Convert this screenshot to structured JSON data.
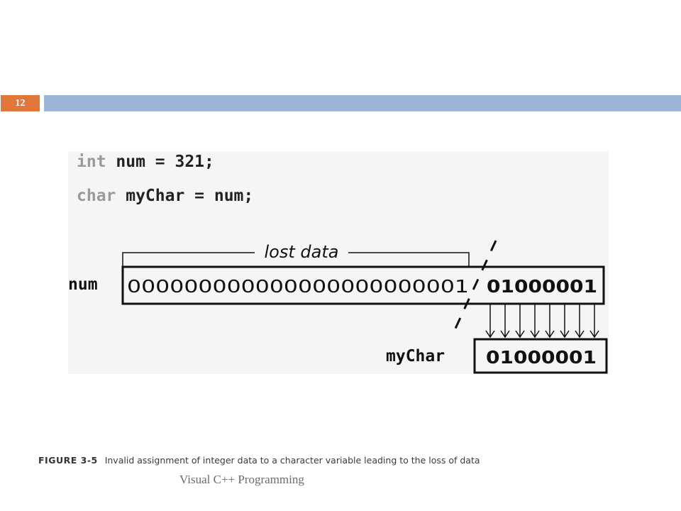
{
  "slide": {
    "number": "12",
    "footer": "Visual C++ Programming"
  },
  "colors": {
    "accent_orange": "#e0763a",
    "bar_blue": "#9ab5d6",
    "figure_bg": "#f5f5f5"
  },
  "figure": {
    "code_line1": {
      "keyword": "int",
      "rest": " num = 321;"
    },
    "code_line2": {
      "keyword": "char",
      "rest": " myChar = num;"
    },
    "lost_label": "lost data",
    "num_label": "num",
    "num_lost_bits": "000000000000000000000001",
    "num_kept_bits": "01000001",
    "mychar_label": "myChar",
    "mychar_bits": "01000001"
  },
  "caption": {
    "label": "FIGURE 3-5",
    "text": "Invalid assignment of integer data to a character variable leading to the loss of data"
  }
}
